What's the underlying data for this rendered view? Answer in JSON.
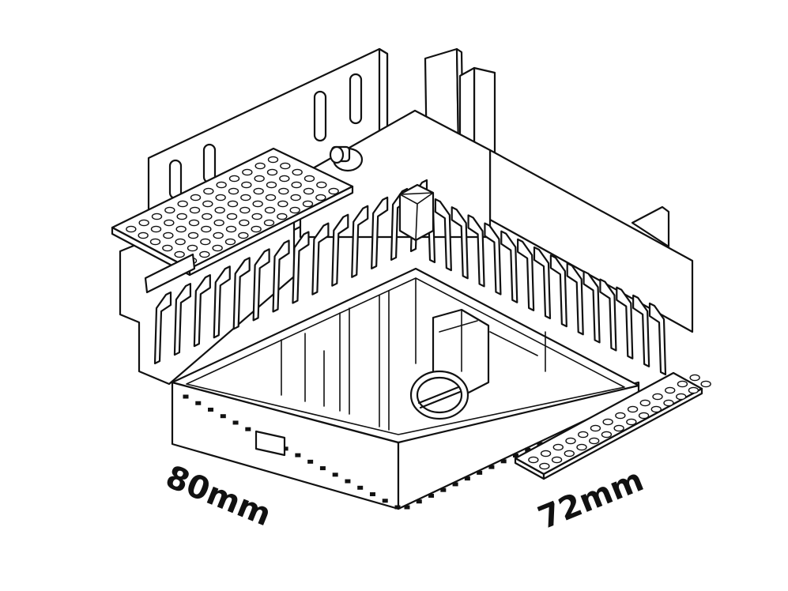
{
  "dimensions": {
    "left_label": "80mm",
    "right_label": "72mm"
  },
  "colors": {
    "line": "#111111",
    "background": "#ffffff"
  },
  "parts": {
    "perforated_plate_count": 2,
    "screw_count": 2
  }
}
